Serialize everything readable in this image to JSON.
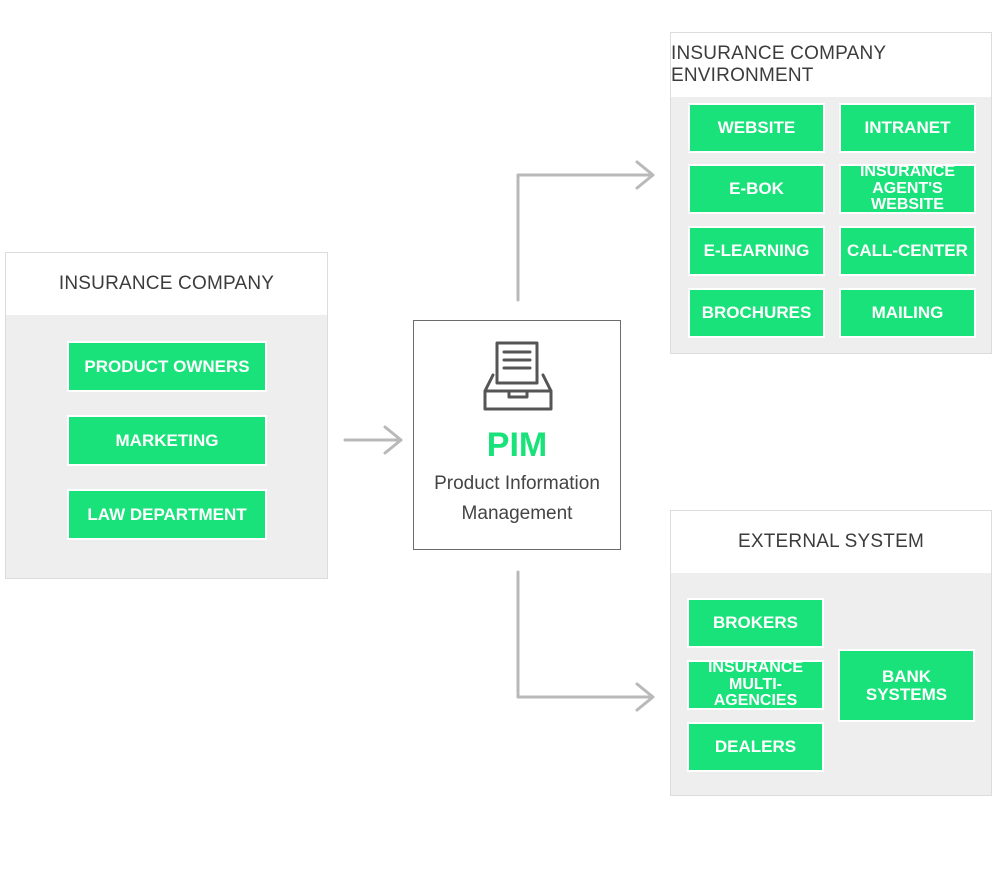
{
  "insurance_company": {
    "title": "INSURANCE COMPANY",
    "items": [
      "PRODUCT OWNERS",
      "MARKETING",
      "LAW DEPARTMENT"
    ]
  },
  "pim": {
    "icon": "inbox-tray-documents-icon",
    "title": "PIM",
    "subtitle": "Product Information\nManagement"
  },
  "environment": {
    "title": "INSURANCE COMPANY ENVIRONMENT",
    "items": [
      "WEBSITE",
      "INTRANET",
      "E-BOK",
      "INSURANCE\nAGENT'S WEBSITE",
      "E-LEARNING",
      "CALL-CENTER",
      "BROCHURES",
      "MAILING"
    ]
  },
  "external": {
    "title": "EXTERNAL SYSTEM",
    "items": [
      "BROKERS",
      "INSURANCE\nMULTI-AGENCIES",
      "DEALERS",
      "BANK SYSTEMS"
    ]
  },
  "colors": {
    "accent": "#19e27a",
    "panel_bg": "#efeeef",
    "arrow": "#b9b9b9"
  }
}
